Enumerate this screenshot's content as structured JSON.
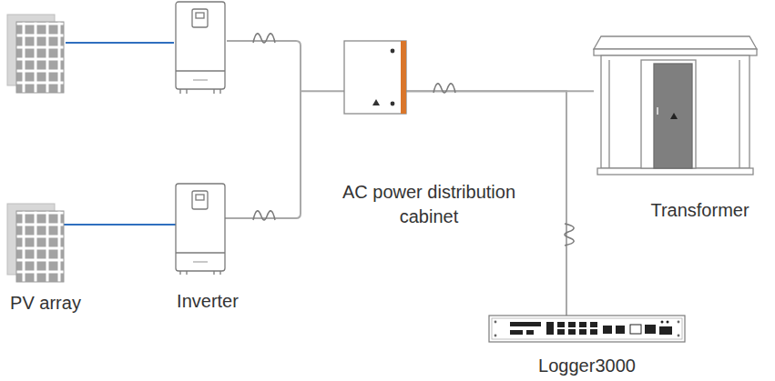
{
  "diagram": {
    "nodes": [
      {
        "text": [
          "PV array"
        ]
      },
      {
        "text": [
          "Inverter"
        ]
      },
      {
        "text": [
          "AC power distribution cabinet"
        ]
      },
      {
        "text": [
          "Transformer"
        ]
      },
      {
        "text": [
          "Logger3000"
        ]
      }
    ],
    "edges": [
      {
        "from": 0,
        "to": 1,
        "arrow": "none"
      },
      {
        "from": 1,
        "to": 2,
        "arrow": "none"
      },
      {
        "from": 2,
        "to": 3,
        "arrow": "none"
      },
      {
        "from": 2,
        "to": 4,
        "arrow": "none"
      }
    ]
  }
}
